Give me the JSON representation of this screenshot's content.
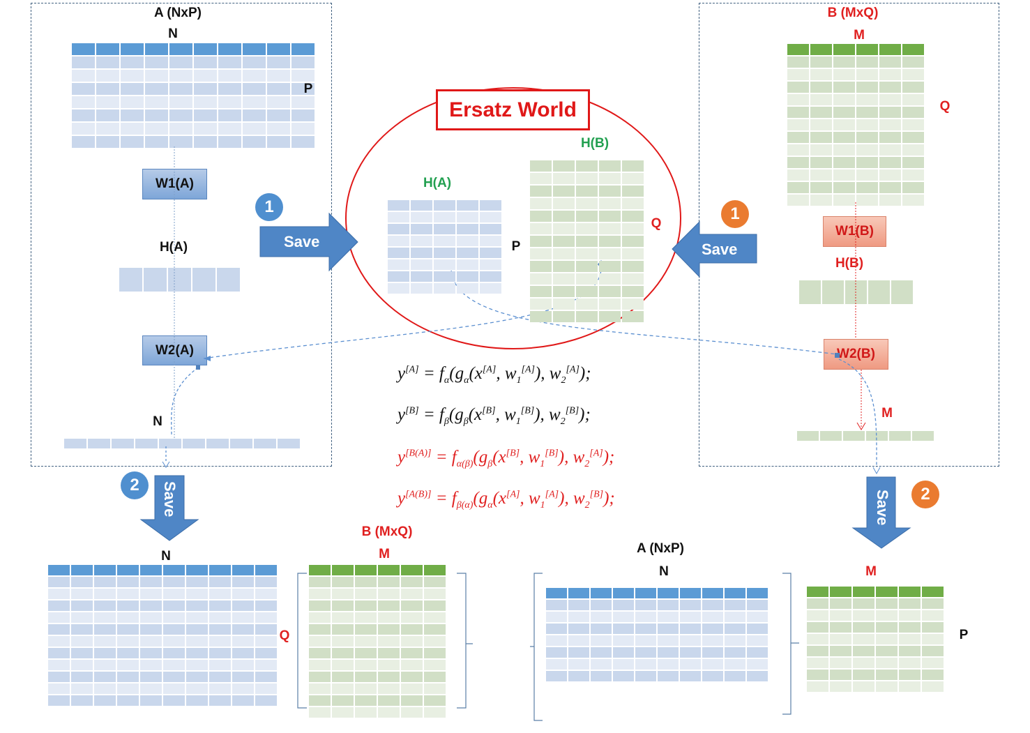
{
  "labels": {
    "a_title": "A (NxP)",
    "b_title": "B (MxQ)",
    "n": "N",
    "m": "M",
    "p": "P",
    "q": "Q",
    "ha": "H(A)",
    "hb": "H(B)",
    "w1a": "W1(A)",
    "w2a": "W2(A)",
    "w1b": "W1(B)",
    "w2b": "W2(B)",
    "save": "Save",
    "step1": "1",
    "step2": "2",
    "ersatz": "Ersatz World"
  },
  "equations": [
    "y^[A] = f_α(g_α(x^[A], w_1^[A]), w_2^[A]);",
    "y^[B] = f_β(g_β(x^[B], w_1^[B]), w_2^[B]);",
    "y^[B(A)] = f_α(β)(g_β(x^[B], w_1^[B]), w_2^[A]);",
    "y^[A(B)] = f_β(α)(g_α(x^[A], w_1^[A]), w_2^[B]);"
  ],
  "colors": {
    "blue_header": "#5b9bd5",
    "blue_cell": "#c9d7ec",
    "blue_cell_alt": "#e3eaf5",
    "green_header": "#70ad47",
    "green_cell": "#d1dfc6",
    "green_cell_alt": "#e8efe2",
    "red": "#e02020",
    "green_text": "#22a050",
    "step_blue": "#4f8fcf",
    "step_orange": "#ea7b30"
  },
  "icons": {
    "save_arrow": "save-arrow-icon",
    "step_badge": "step-number-badge"
  }
}
